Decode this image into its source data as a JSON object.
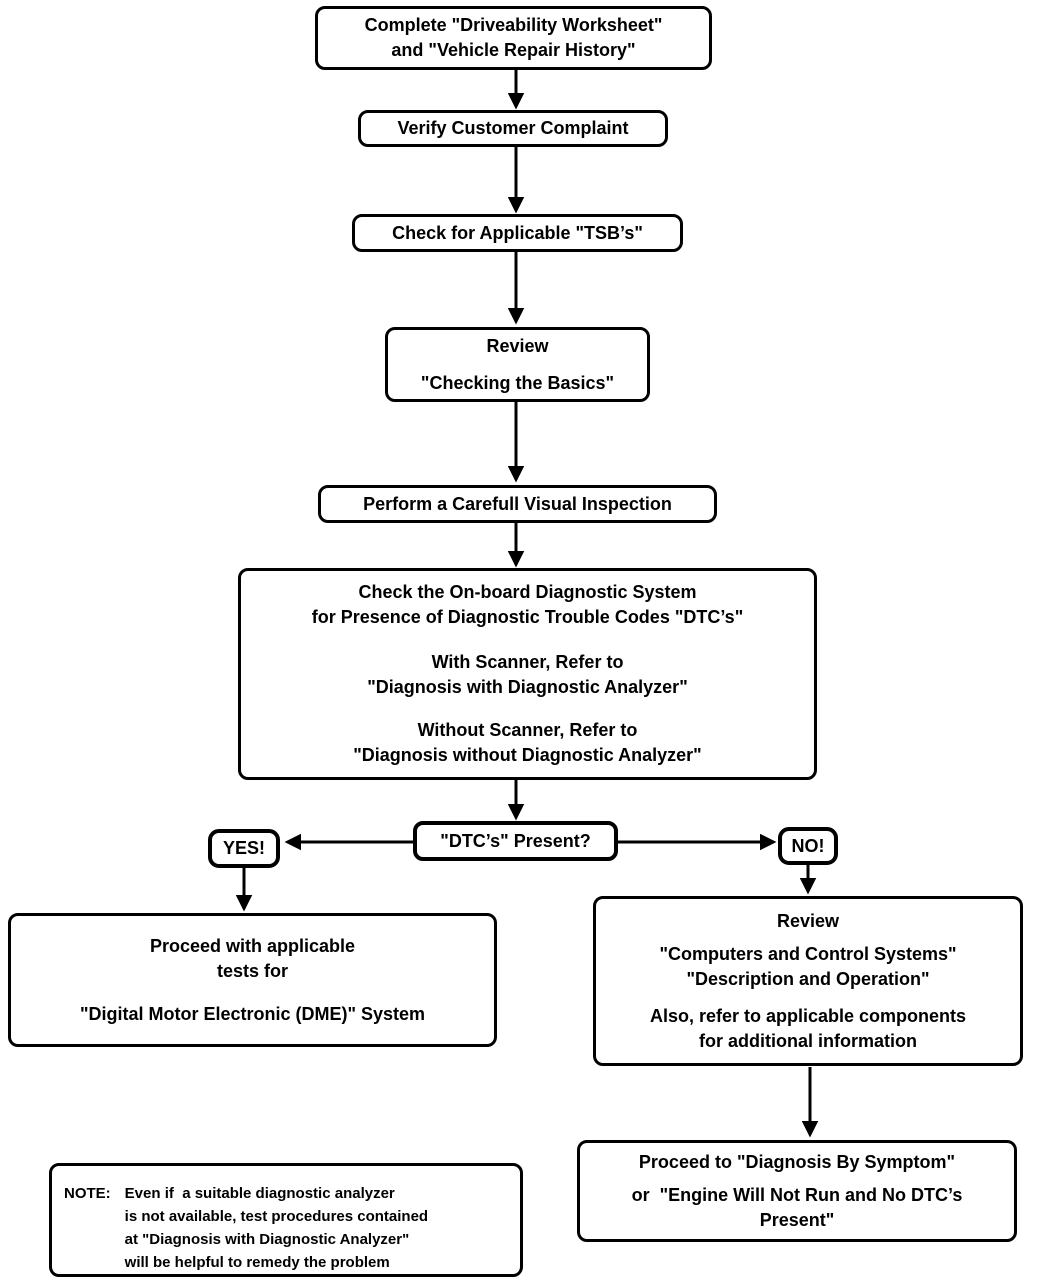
{
  "diagram": {
    "kind": "flowchart",
    "colors": {
      "line": "#000000",
      "box_background": "#ffffff",
      "page_background": "#ffffff"
    },
    "nodes": {
      "complete_worksheet": {
        "line1": "Complete \"Driveability Worksheet\"",
        "line2": "and \"Vehicle Repair History\""
      },
      "verify_complaint": {
        "line1": "Verify Customer Complaint"
      },
      "check_tsb": {
        "line1": "Check for Applicable \"TSB’s\""
      },
      "review_basics": {
        "line1": "Review",
        "line2": "\"Checking the Basics\""
      },
      "visual_inspection": {
        "line1": "Perform a Carefull Visual Inspection"
      },
      "check_obd": {
        "line1": "Check the On-board Diagnostic System",
        "line2": "for Presence of Diagnostic Trouble Codes \"DTC’s\"",
        "line3": "With Scanner, Refer to",
        "line4": "\"Diagnosis with Diagnostic Analyzer\"",
        "line5": "Without Scanner, Refer to",
        "line6": "\"Diagnosis without Diagnostic Analyzer\""
      },
      "dtc_present": {
        "line1": "\"DTC’s\" Present?"
      },
      "yes_tag": {
        "label": "YES!"
      },
      "no_tag": {
        "label": "NO!"
      },
      "proceed_dme": {
        "line1": "Proceed with applicable",
        "line2": "tests for",
        "line3": "\"Digital Motor Electronic (DME)\" System"
      },
      "review_computers": {
        "line1": "Review",
        "line2": "\"Computers and Control Systems\"",
        "line3": "\"Description and Operation\"",
        "line4": "Also, refer to applicable components",
        "line5": "for additional information"
      },
      "proceed_symptom": {
        "line1": "Proceed to \"Diagnosis By Symptom\"",
        "line2": "or  \"Engine Will Not Run and No DTC’s",
        "line3": "Present\""
      },
      "note": {
        "label": "NOTE:",
        "line1": "Even if  a suitable diagnostic analyzer",
        "line2": "is not available, test procedures contained",
        "line3": "at \"Diagnosis with Diagnostic Analyzer\"",
        "line4": "will be helpful to remedy the problem"
      }
    }
  }
}
